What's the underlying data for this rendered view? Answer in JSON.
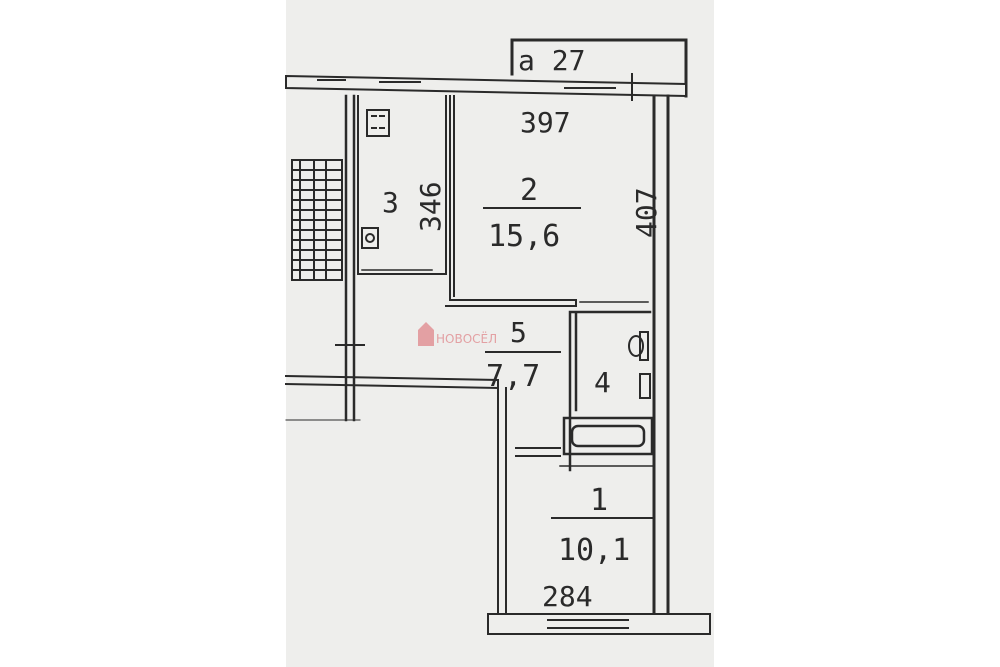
{
  "plan": {
    "balcony_label": "a 27",
    "rooms": [
      {
        "number": "1",
        "area": "10,1",
        "dimension": "284"
      },
      {
        "number": "2",
        "area": "15,6",
        "width": "397",
        "length": "407"
      },
      {
        "number": "3",
        "dimension": "346"
      },
      {
        "number": "4"
      },
      {
        "number": "5",
        "area": "7,7"
      }
    ],
    "watermark": "НОВОСЁЛ"
  },
  "colors": {
    "wall": "#2a2a2a",
    "paper": "#eeeeec",
    "watermark": "#e3a0a3"
  }
}
